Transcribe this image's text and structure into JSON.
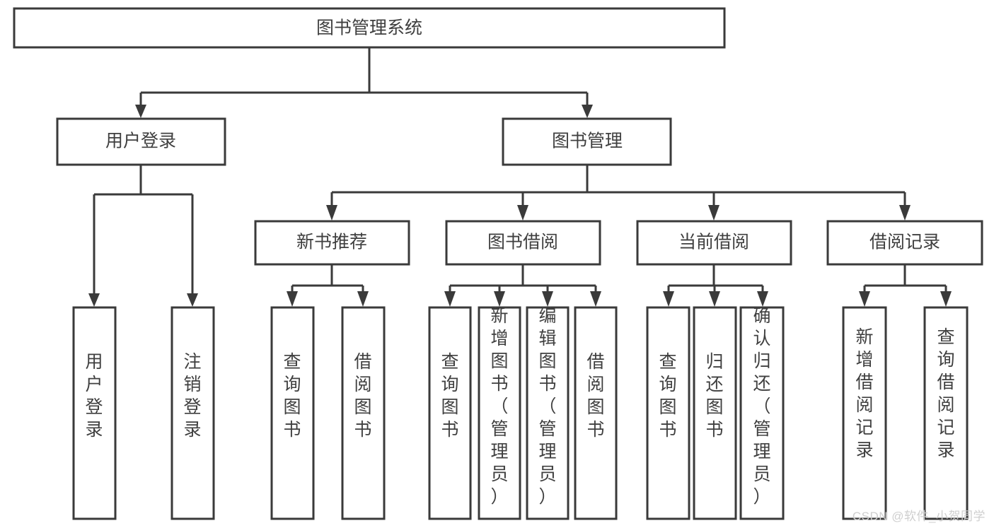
{
  "diagram": {
    "title": "图书管理系统",
    "type": "tree-hierarchy",
    "colors": {
      "box_stroke": "#3a3a3a",
      "box_fill": "#ffffff",
      "text": "#3f3f3f",
      "connector": "#3a3a3a",
      "watermark": "#cfcfcf",
      "background": "#ffffff"
    },
    "root": {
      "label": "图书管理系统"
    },
    "level2": [
      {
        "label": "用户登录"
      },
      {
        "label": "图书管理"
      }
    ],
    "level3": [
      {
        "label": "新书推荐"
      },
      {
        "label": "图书借阅"
      },
      {
        "label": "当前借阅"
      },
      {
        "label": "借阅记录"
      }
    ],
    "leaves": {
      "user_login": [
        {
          "label": "用户登录"
        },
        {
          "label": "注销登录"
        }
      ],
      "new_book_recommend": [
        {
          "label": "查询图书"
        },
        {
          "label": "借阅图书"
        }
      ],
      "book_borrow": [
        {
          "label": "查询图书"
        },
        {
          "label": "新增图书（管理员）"
        },
        {
          "label": "编辑图书（管理员）"
        },
        {
          "label": "借阅图书"
        }
      ],
      "current_borrow": [
        {
          "label": "查询图书"
        },
        {
          "label": "归还图书"
        },
        {
          "label": "确认归还（管理员）"
        }
      ],
      "borrow_records": [
        {
          "label": "新增借阅记录"
        },
        {
          "label": "查询借阅记录"
        }
      ]
    }
  },
  "watermark": {
    "text": "CSDN @软件_小贺同学"
  }
}
